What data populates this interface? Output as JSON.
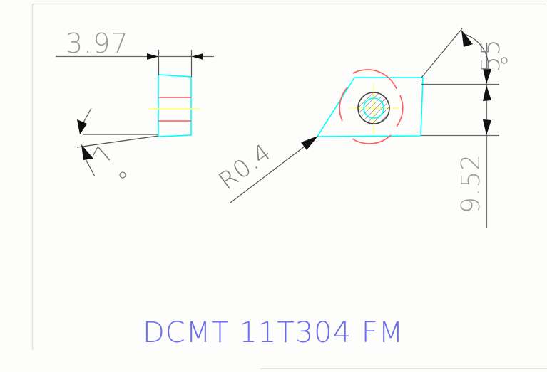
{
  "drawing": {
    "title_label": "DCMT 11T304 FM",
    "background_color": "#fdfefb",
    "title_color": "#6c6cf0",
    "edge_color": "#00ffff",
    "chipbreaker_color": "#ff5a5a",
    "centerline_color": "#ffff9e",
    "dimension_color": "#555555",
    "frame_color": "#d8dcd8",
    "hole_outline_color": "#444444",
    "hatch_color": "#555555"
  },
  "dimensions": {
    "thickness": {
      "label": "3.97",
      "name": "thickness-dimension"
    },
    "clearance_angle": {
      "label": "7",
      "degree_symbol": "°",
      "name": "clearance-angle-dimension"
    },
    "corner_radius": {
      "label": "R0.4",
      "name": "corner-radius-callout"
    },
    "included_angle": {
      "label": "55",
      "degree_symbol": "°",
      "name": "included-angle-dimension"
    },
    "inscribed_circle": {
      "label": "9.52",
      "name": "inscribed-circle-dimension"
    }
  },
  "views": {
    "side_view_name": "side-view-insert-profile",
    "top_view_name": "top-view-insert-rhombus"
  }
}
